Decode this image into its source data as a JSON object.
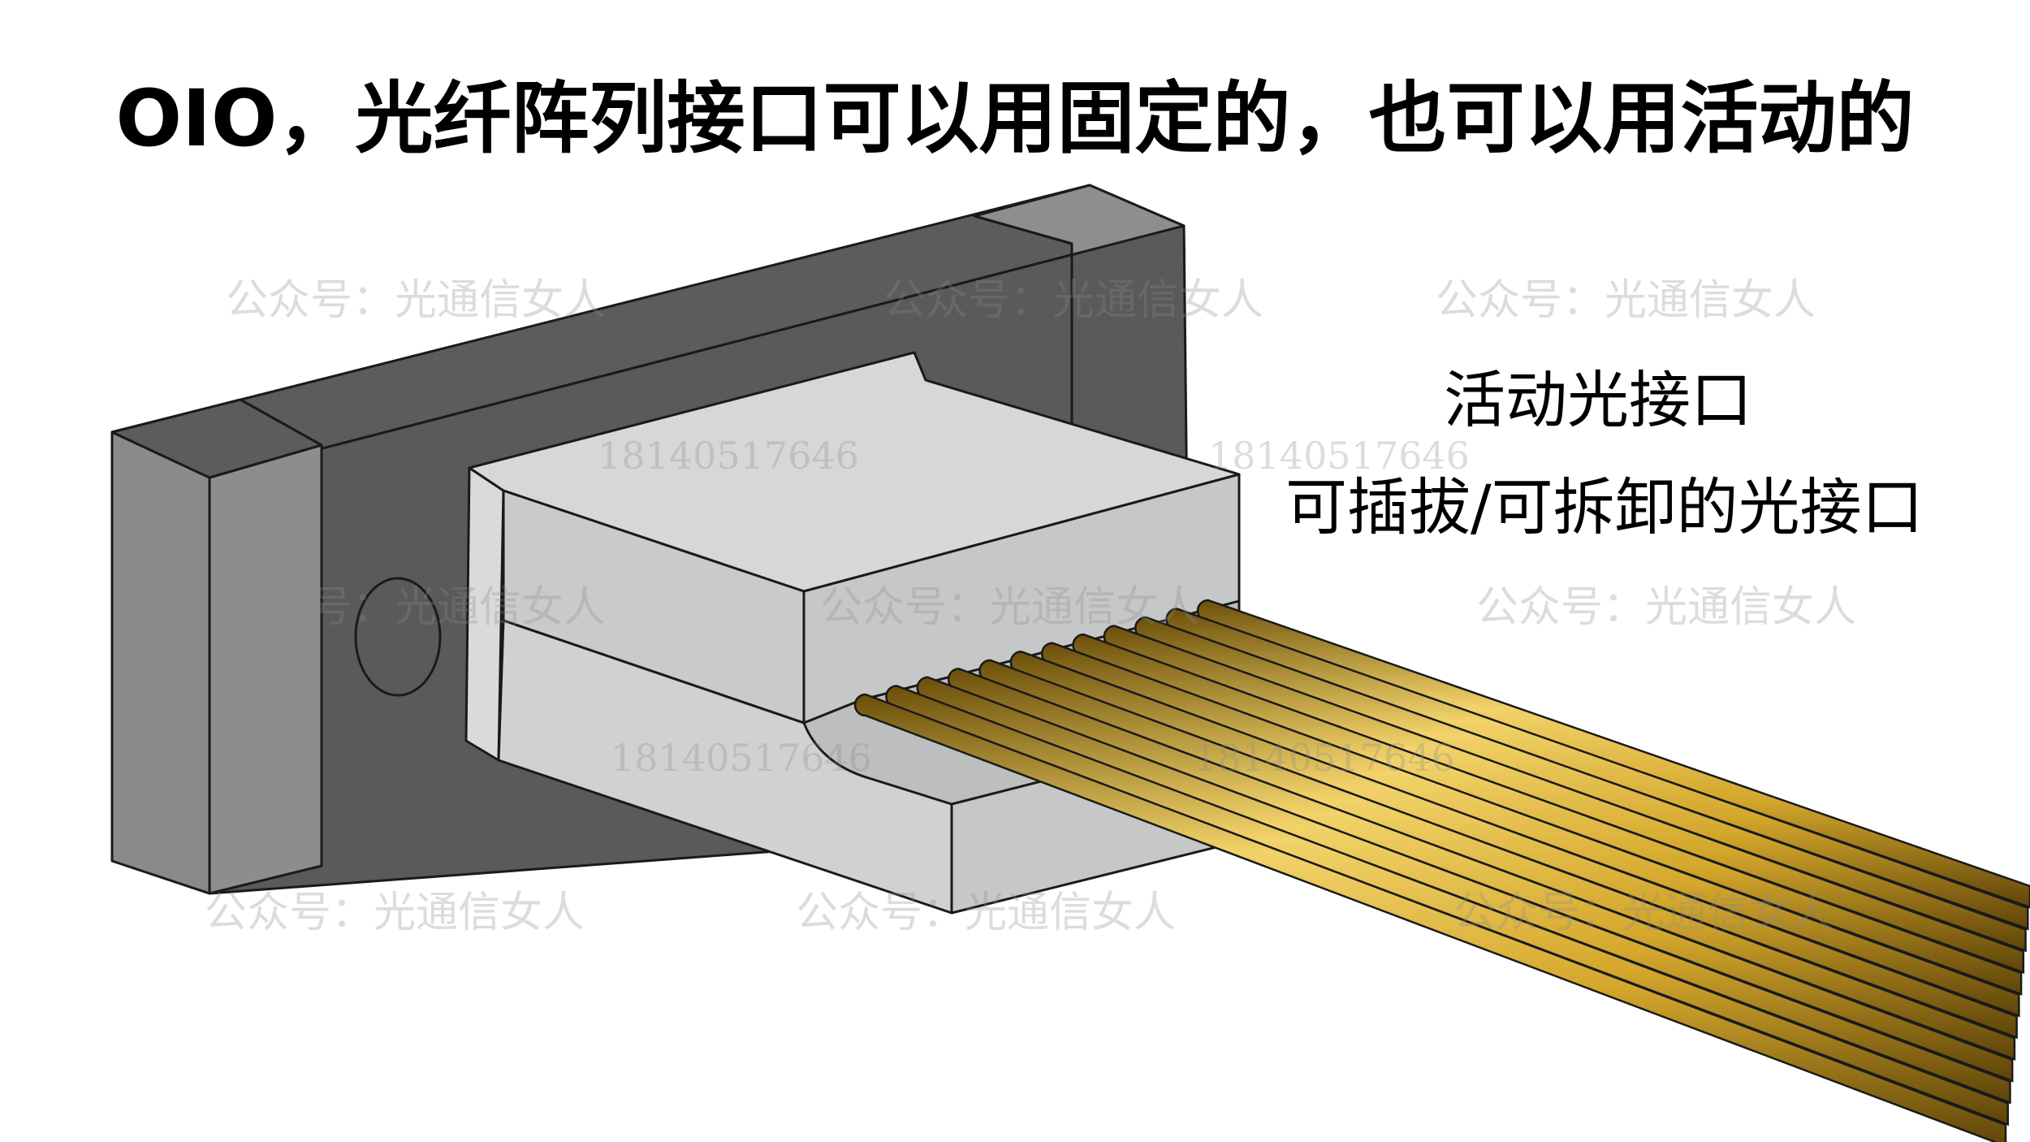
{
  "title": "OIO，光纤阵列接口可以用固定的，也可以用活动的",
  "labels": {
    "active_connector": "活动光接口",
    "detachable_connector": "可插拔/可拆卸的光接口"
  },
  "watermarks": {
    "account": "公众号：光通信女人",
    "phone": "18140517646"
  },
  "colors": {
    "housing_dark": "#5a595b",
    "housing_medium": "#8d8d8d",
    "housing_light": "#c2c2c2",
    "plug_light": "#d6d7d7",
    "plug_medium": "#c6c7c7",
    "fiber_gold": "#d4a72c",
    "outline": "#1a1a1a"
  },
  "diagram": {
    "fiber_count": 12
  }
}
